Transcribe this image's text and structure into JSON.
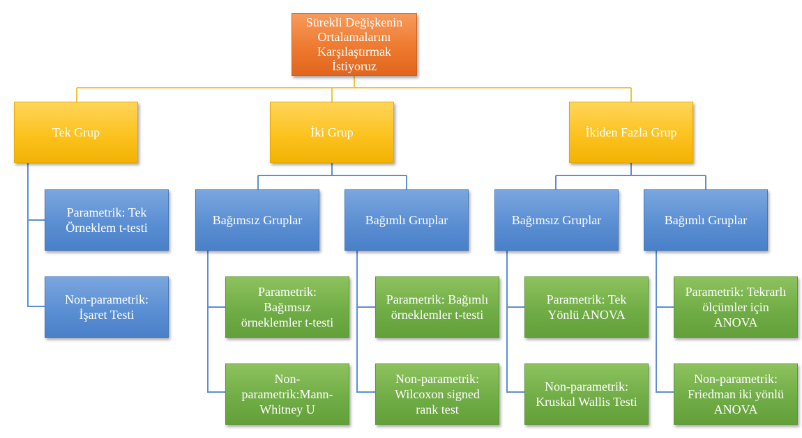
{
  "root": {
    "label": "Sürekli Değişkenin\nOrtalamalarını\nKarşılaştırmak\nİstiyoruz"
  },
  "groups": {
    "tek": {
      "label": "Tek Grup",
      "parametric": "Parametrik: Tek\nÖrneklem t-testi",
      "nonparametric": "Non-parametrik:\nİşaret Testi"
    },
    "iki": {
      "label": "İki Grup",
      "independent": {
        "label": "Bağımsız Gruplar",
        "parametric": "Parametrik:\nBağımsız\nörneklemler t-testi",
        "nonparametric": "Non-\nparametrik:Mann-\nWhitney U"
      },
      "dependent": {
        "label": "Bağımlı Gruplar",
        "parametric": "Parametrik: Bağımlı\nörneklemler t-testi",
        "nonparametric": "Non-parametrik:\nWilcoxon signed\nrank test"
      }
    },
    "fazla": {
      "label": "İkiden Fazla Grup",
      "independent": {
        "label": "Bağımsız Gruplar",
        "parametric": "Parametrik: Tek\nYönlü ANOVA",
        "nonparametric": "Non-parametrik:\nKruskal Wallis Testi"
      },
      "dependent": {
        "label": "Bağımlı Gruplar",
        "parametric": "Parametrik: Tekrarlı\nölçümler için\nANOVA",
        "nonparametric": "Non-parametrik:\nFriedman iki yönlü\nANOVA"
      }
    }
  },
  "colors": {
    "root": "#ed7a2f",
    "group": "#fcc21e",
    "subgroup": "#5b8fd3",
    "test": "#71ad46",
    "connector_gold": "#f5c23b",
    "connector_blue": "#5b8fd3"
  }
}
